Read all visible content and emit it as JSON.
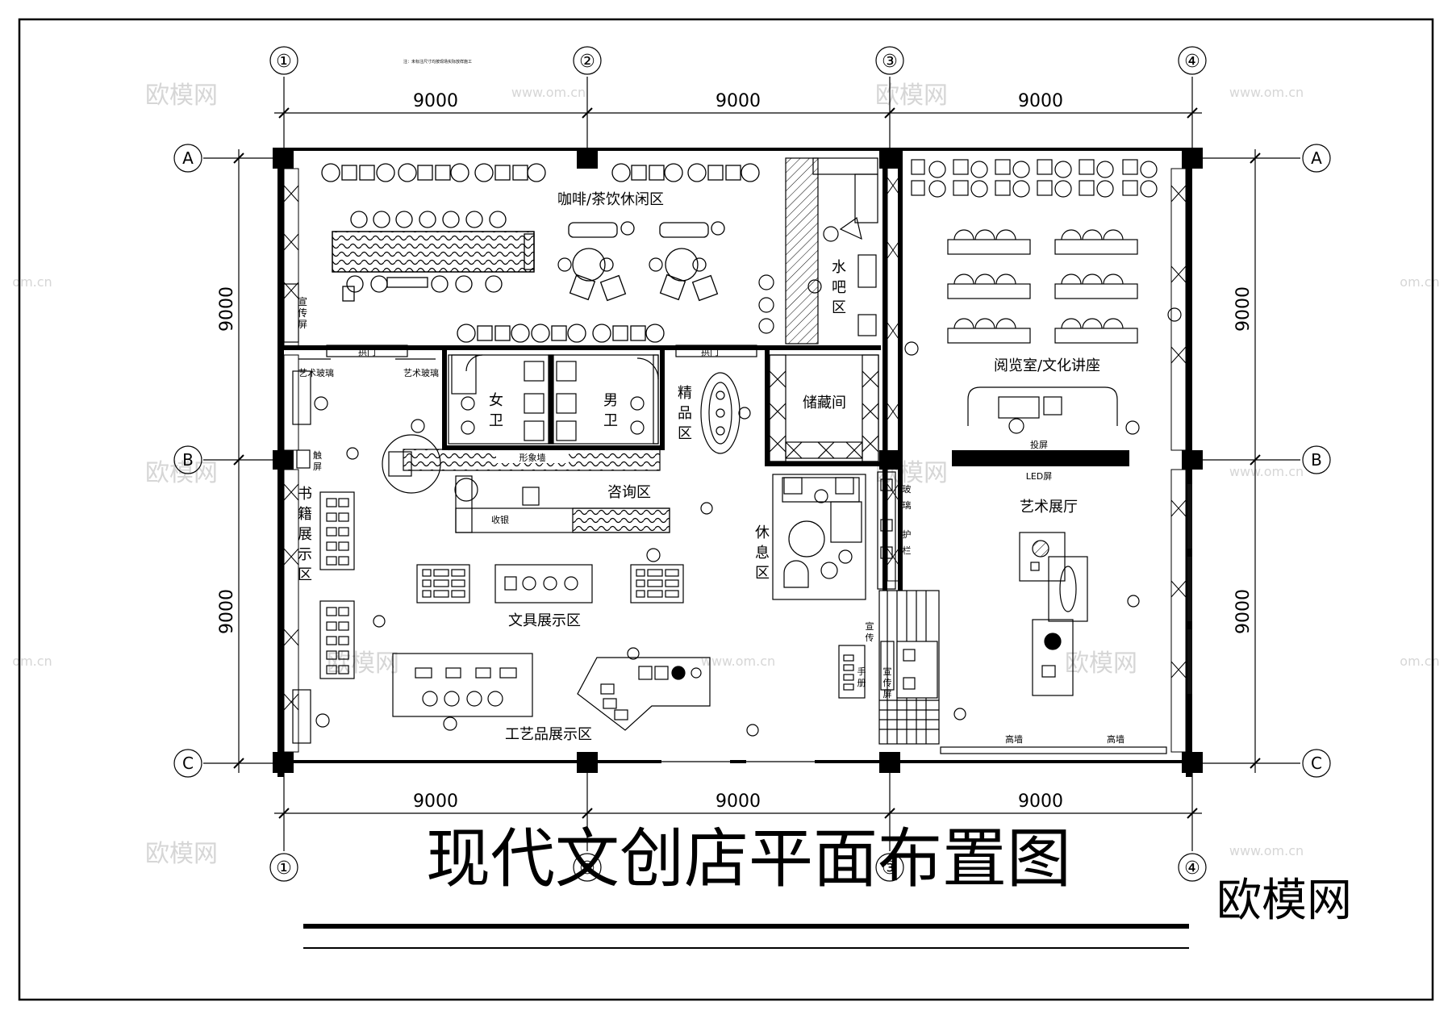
{
  "drawing": {
    "title": "现代文创店平面布置图",
    "brand": "欧模网",
    "note": "注：未标注尺寸均按现场实际放样施工"
  },
  "watermarks": {
    "brand": "欧模网",
    "url": "www.om.cn",
    "url_short": "om.cn"
  },
  "grid": {
    "columns": [
      "①",
      "②",
      "③",
      "④"
    ],
    "rows": [
      "A",
      "B",
      "C"
    ],
    "spacing": "9000"
  },
  "rooms": {
    "cafe": "咖啡/茶饮休闲区",
    "water_bar": [
      "水",
      "吧",
      "区"
    ],
    "reading_room": "阅览室/文化讲座",
    "female_wc": [
      "女",
      "卫"
    ],
    "male_wc": [
      "男",
      "卫"
    ],
    "boutique": [
      "精",
      "品",
      "区"
    ],
    "storage": "储藏间",
    "consulting": "咨询区",
    "rest_area": [
      "休",
      "息",
      "区"
    ],
    "art_hall": "艺术展厅",
    "book_display": [
      "书",
      "籍",
      "展",
      "示",
      "区"
    ],
    "stationery": "文具展示区",
    "crafts": "工艺品展示区"
  },
  "labels": {
    "promo_screen": [
      "宣",
      "传",
      "屏"
    ],
    "arch_door_1": "拱门",
    "arch_door_2": "拱门",
    "art_glass_1": "艺术玻璃",
    "art_glass_2": "艺术玻璃",
    "touch_screen": [
      "触",
      "屏"
    ],
    "image_wall": "形象墙",
    "cashier": "收银",
    "projection_screen": "投屏",
    "led_screen": "LED屏",
    "glass_railing": [
      "玻",
      "璃",
      "护",
      "栏"
    ],
    "brochure_stand": [
      "宣",
      "传",
      "手",
      "册"
    ],
    "promo_screen_2": [
      "宣",
      "传",
      "屏"
    ],
    "high_wall_1": "高墙",
    "high_wall_2": "高墙"
  },
  "colors": {
    "line": "#000000",
    "paper": "#ffffff",
    "watermark": "#d6d6d6"
  }
}
